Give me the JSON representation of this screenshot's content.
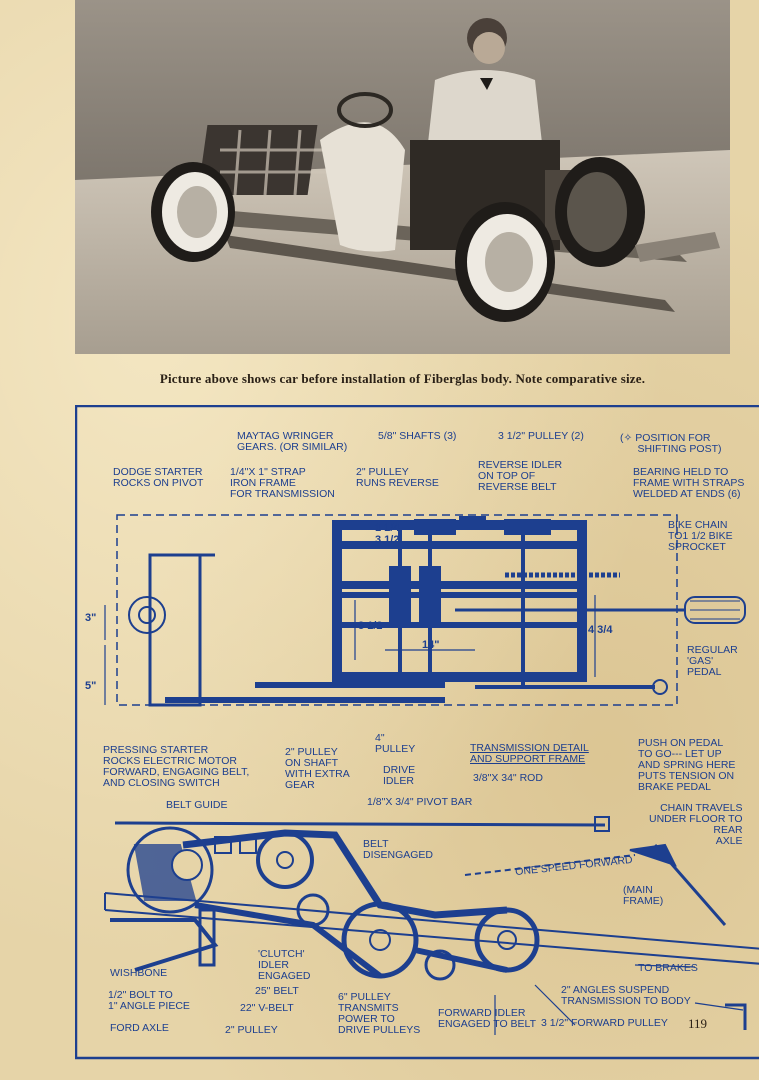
{
  "photo": {
    "alt_description": ""
  },
  "caption": "Picture above shows car before installation of Fiberglas body. Note comparative size.",
  "labels": {
    "maytag_gears": "MAYTAG WRINGER\nGEARS. (OR SIMILAR)",
    "shafts": "5/8\" SHAFTS (3)",
    "pulley_3_5": "3 1/2\" PULLEY (2)",
    "position_shifting": "(✧ POSITION FOR\n      SHIFTING POST)",
    "dodge_starter": "DODGE STARTER\nROCKS ON PIVOT",
    "strap_frame": "1/4\"X 1\" STRAP\nIRON FRAME\nFOR TRANSMISSION",
    "pulley_2_reverse": "2\" PULLEY\nRUNS REVERSE",
    "reverse_idler": "REVERSE IDLER\nON TOP OF\nREVERSE BELT",
    "bearing_held": "BEARING HELD TO\nFRAME WITH STRAPS\nWELDED AT ENDS (6)",
    "bike_chain": "BIKE CHAIN\nTO1 1/2 BIKE\nSPROCKET",
    "regular_gas_pedal": "REGULAR\n'GAS'\nPEDAL",
    "dim_3": "3\"",
    "dim_5": "5\"",
    "dim_8_5": "8 1/2",
    "dim_14": "14\"",
    "dim_4_75": "4 3/4",
    "dim_1_25": "1 1/4",
    "dim_3_5": "3 1/2",
    "pressing_starter": "PRESSING STARTER\nROCKS ELECTRIC MOTOR\nFORWARD, ENGAGING BELT,\nAND CLOSING SWITCH",
    "pulley_2_shaft": "2\" PULLEY\nON SHAFT\nWITH EXTRA\nGEAR",
    "pulley_4": "4\"\nPULLEY",
    "drive_idler": "DRIVE\nIDLER",
    "transmission_detail": "TRANSMISSION DETAIL\nAND SUPPORT FRAME",
    "rod": "3/8\"X 34\" ROD",
    "push_pedal": "PUSH ON PEDAL\nTO GO--- LET UP\nAND SPRING HERE\nPUTS TENSION ON\nBRAKE PEDAL",
    "pivot_bar": "1/8\"X 3/4\" PIVOT BAR",
    "belt_guide": "BELT GUIDE",
    "belt_disengaged": "BELT\nDISENGAGED",
    "chain_travels": "CHAIN TRAVELS\nUNDER FLOOR TO\nREAR\nAXLE",
    "one_speed": "ONE SPEED FORWARD",
    "main_frame": "(MAIN\nFRAME)",
    "clutch_idler": "'CLUTCH'\nIDLER\nENGAGED",
    "wishbone": "WISHBONE",
    "to_brakes": "TO BRAKES",
    "bolt": "1/2\" BOLT TO\n1\" ANGLE PIECE",
    "belt_25": "25\" BELT",
    "v_belt": "22\" V-BELT",
    "pulley_6": "6\" PULLEY\nTRANSMITS\nPOWER TO\nDRIVE PULLEYS",
    "angles_suspend": "2\" ANGLES SUSPEND\nTRANSMISSION TO BODY",
    "ford_axle": "FORD AXLE",
    "pulley_2_bottom": "2\" PULLEY",
    "forward_idler": "FORWARD IDLER\nENGAGED TO BELT",
    "forward_pulley": "3 1/2\" FORWARD PULLEY"
  },
  "page_number": "119",
  "colors": {
    "ink": "#1d3f8f",
    "paper": "#e6d4a8",
    "caption": "#2a2016"
  }
}
